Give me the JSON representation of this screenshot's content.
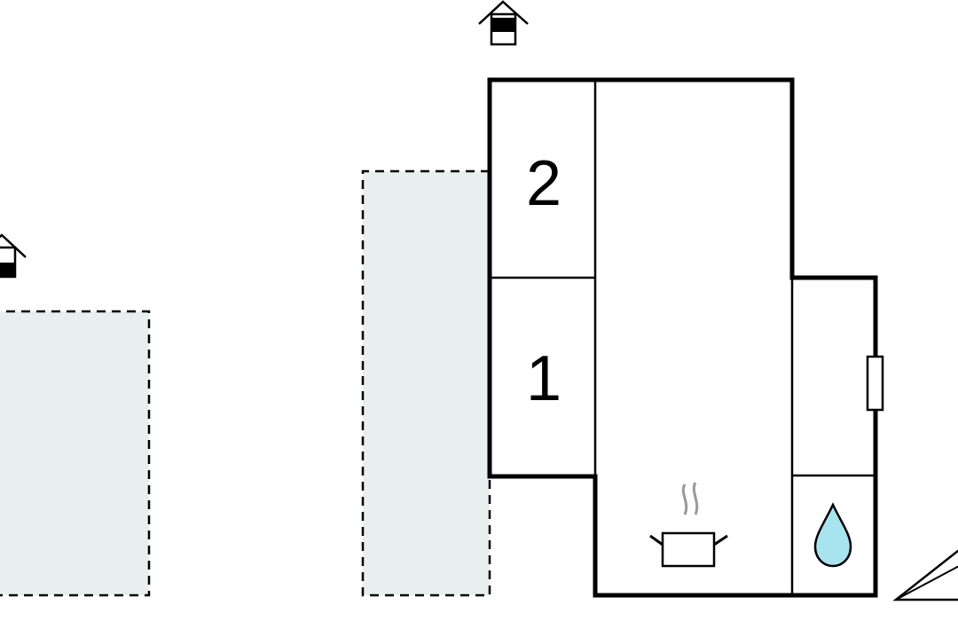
{
  "rooms": [
    {
      "id": "room-2",
      "label": "2"
    },
    {
      "id": "room-1",
      "label": "1"
    }
  ],
  "icons": {
    "entrance": "house-entrance-icon",
    "kitchen": "cooking-pot-icon",
    "bathroom": "water-drop-icon",
    "window": "window-icon",
    "compass": "north-arrow-icon"
  },
  "colors": {
    "wall": "#000000",
    "outdoor_area": "#e9efee",
    "water": "#a8e4f0",
    "steam": "#999999"
  }
}
